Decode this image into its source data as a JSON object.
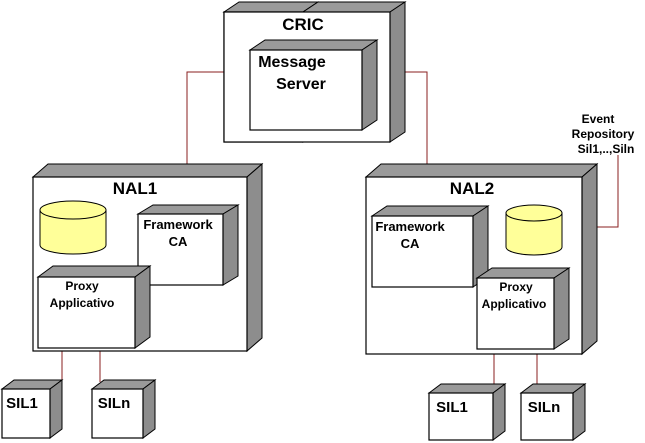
{
  "nodes": {
    "cric": {
      "title": "CRIC",
      "message_server": [
        "Message",
        "Server"
      ]
    },
    "nal1": {
      "title": "NAL1",
      "framework": [
        "Framework",
        "CA"
      ],
      "proxy": [
        "Proxy",
        "Applicativo"
      ]
    },
    "nal2": {
      "title": "NAL2",
      "framework": [
        "Framework",
        "CA"
      ],
      "proxy": [
        "Proxy",
        "Applicativo"
      ]
    },
    "sil_left": [
      "SIL1",
      "SILn"
    ],
    "sil_right": [
      "SIL1",
      "SILn"
    ]
  },
  "annotation": {
    "event_repository": [
      "Event",
      "Repository",
      "Sil1,..,Siln"
    ]
  },
  "colors": {
    "box_face": "#ffffff",
    "box_side": "#8d8d8d",
    "database": "#ffff99",
    "connector": "#8a1f1f"
  }
}
